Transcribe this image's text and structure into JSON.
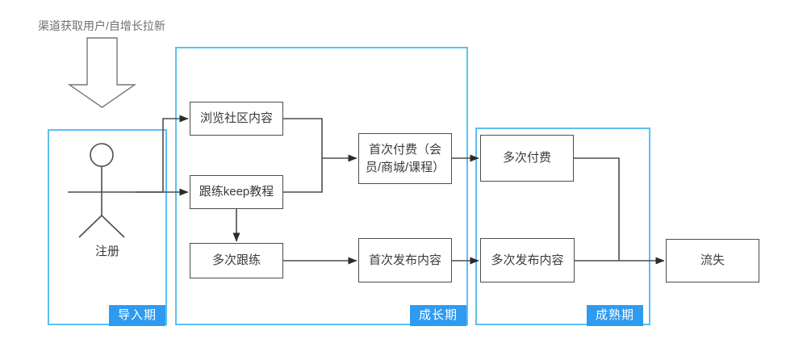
{
  "diagram": {
    "title_caption": "渠道获取用户/自增长拉新",
    "phases": [
      {
        "id": "intro",
        "badge": "导入期"
      },
      {
        "id": "growth",
        "badge": "成长期"
      },
      {
        "id": "maturity",
        "badge": "成熟期"
      }
    ],
    "actor": {
      "label": "注册",
      "icon": "stick-figure-user-icon"
    },
    "entry_arrow_icon": "down-block-arrow-icon",
    "nodes": [
      {
        "id": "browse-community",
        "label": "浏览社区内容"
      },
      {
        "id": "follow-keep-course",
        "label": "跟练keep教程"
      },
      {
        "id": "repeat-training",
        "label": "多次跟练"
      },
      {
        "id": "first-payment",
        "label": "首次付费（会员/商城/课程）"
      },
      {
        "id": "first-publish",
        "label": "首次发布内容"
      },
      {
        "id": "repeat-payment",
        "label": "多次付费"
      },
      {
        "id": "repeat-publish",
        "label": "多次发布内容"
      },
      {
        "id": "churn",
        "label": "流失"
      }
    ],
    "colors": {
      "phase_border": "#5BC0F0",
      "badge_bg": "#2E9BF0",
      "badge_text": "#FFFFFF",
      "node_border": "#4D4D4D",
      "connector": "#4D4D4D",
      "caption_text": "#6F6F6F"
    }
  }
}
